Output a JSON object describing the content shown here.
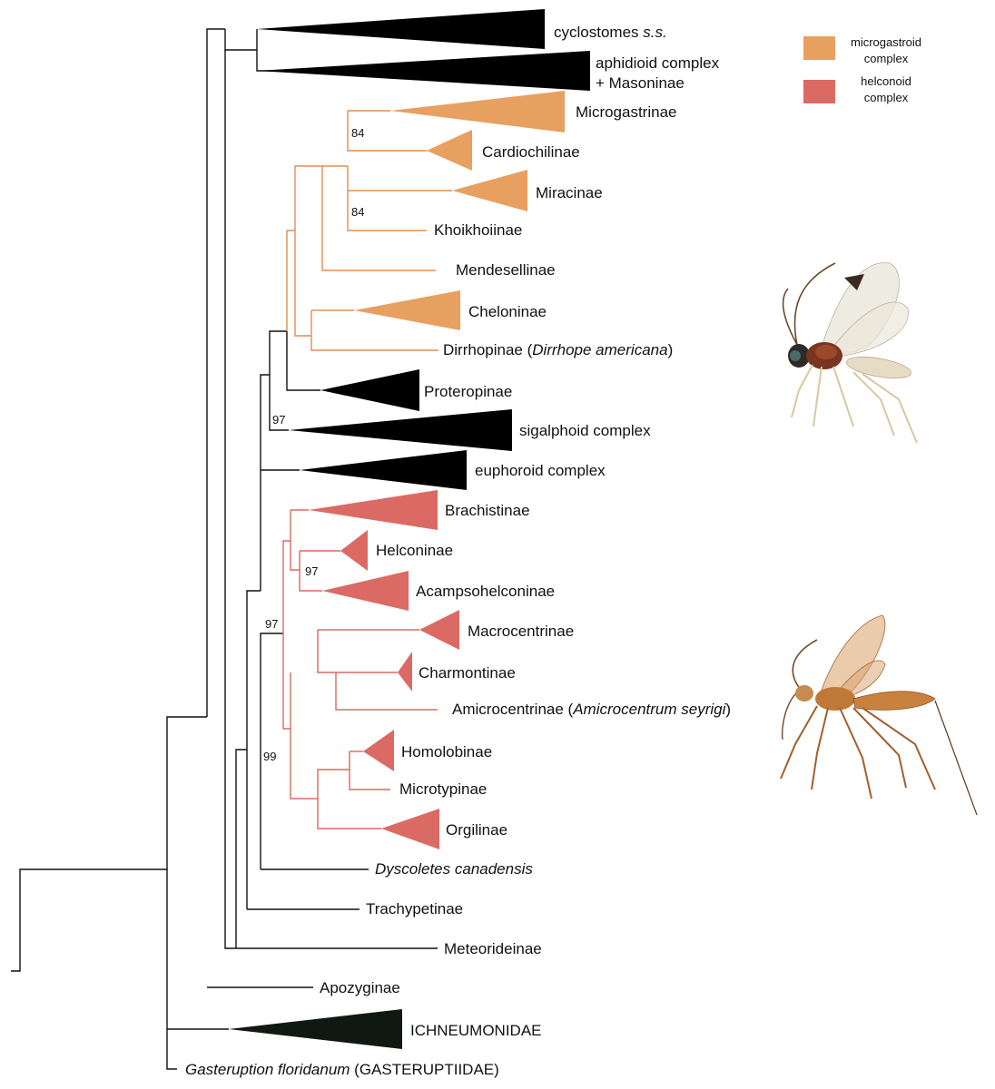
{
  "tree": {
    "taxa": {
      "cyclostomes": {
        "name": "cyclostomes",
        "suffix": "s.s."
      },
      "aphidioid_1": "aphidioid complex",
      "aphidioid_2": "+ Masoninae",
      "microgastrinae": "Microgastrinae",
      "cardiochilinae": "Cardiochilinae",
      "miracinae": "Miracinae",
      "khoikhoiinae": "Khoikhoiinae",
      "mendesellinae": "Mendesellinae",
      "cheloninae": "Cheloninae",
      "dirrhopinae": {
        "name": "Dirrhopinae (",
        "species": "Dirrhope americana",
        "close": ")"
      },
      "proteropinae": "Proteropinae",
      "sigalphoid": "sigalphoid complex",
      "euphoroid": "euphoroid complex",
      "brachistinae": "Brachistinae",
      "helconinae": "Helconinae",
      "acampsohelconinae": "Acampsohelconinae",
      "macrocentrinae": "Macrocentrinae",
      "charmontinae": "Charmontinae",
      "amicrocentrinae": {
        "name": "Amicrocentrinae (",
        "species": "Amicrocentrum seyrigi",
        "close": ")"
      },
      "homolobinae": "Homolobinae",
      "microtypinae": "Microtypinae",
      "orgilinae": "Orgilinae",
      "dyscoletes": "Dyscoletes canadensis",
      "trachypetinae": "Trachypetinae",
      "meteorideinae": "Meteorideinae",
      "apozyginae": "Apozyginae",
      "ichneumonidae": "ICHNEUMONIDAE",
      "gasteruption": {
        "species": "Gasteruption floridanum",
        "family": " (GASTERUPTIIDAE)"
      }
    },
    "support": {
      "micro_cardio": "84",
      "mirac_khoi": "84",
      "sigalphoid_node": "97",
      "helc_acamp": "97",
      "helconoid_node": "97",
      "macro_homo": "99"
    }
  },
  "legend": {
    "microgastroid": {
      "line1": "microgastroid",
      "line2": "complex",
      "color": "#E8A060"
    },
    "helconoid": {
      "line1": "helconoid",
      "line2": "complex",
      "color": "#DC6A64"
    }
  },
  "colors": {
    "black_branch": "#111111",
    "microgastroid_branch": "#E28E52",
    "helconoid_branch": "#D96A62"
  }
}
